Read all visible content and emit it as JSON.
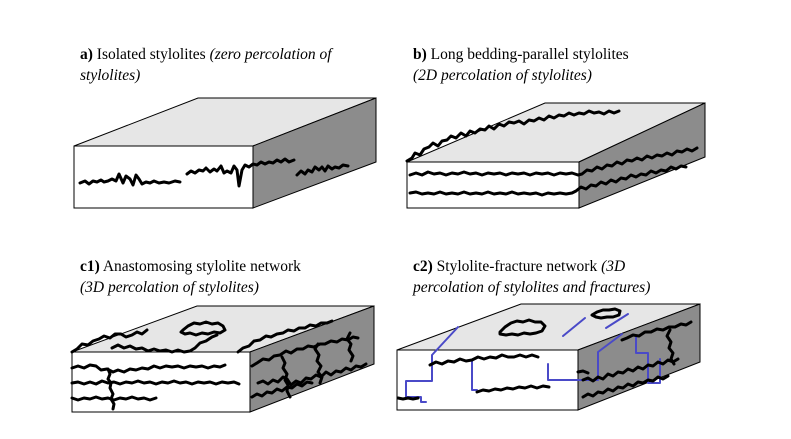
{
  "panels": {
    "a": {
      "tag": "a)",
      "title": " Isolated stylolites ",
      "note_line1": "(zero percolation of",
      "note_line2": "stylolites)"
    },
    "b": {
      "tag": "b)",
      "title": " Long bedding-parallel stylolites",
      "note_line2": "(2D percolation of stylolites)"
    },
    "c1": {
      "tag": "c1)",
      "title": " Anastomosing stylolite network",
      "note_line2": "(3D percolation of stylolites)"
    },
    "c2": {
      "tag": "c2)",
      "title": " Stylolite-fracture network ",
      "note_line1": "(3D",
      "note_line2": "percolation of stylolites and fractures)"
    }
  },
  "colors": {
    "top_face": "#e6e6e6",
    "front_face": "#ffffff",
    "side_face": "#8c8c8c",
    "stylolite": "#000000",
    "fracture": "#4a4ac8"
  }
}
